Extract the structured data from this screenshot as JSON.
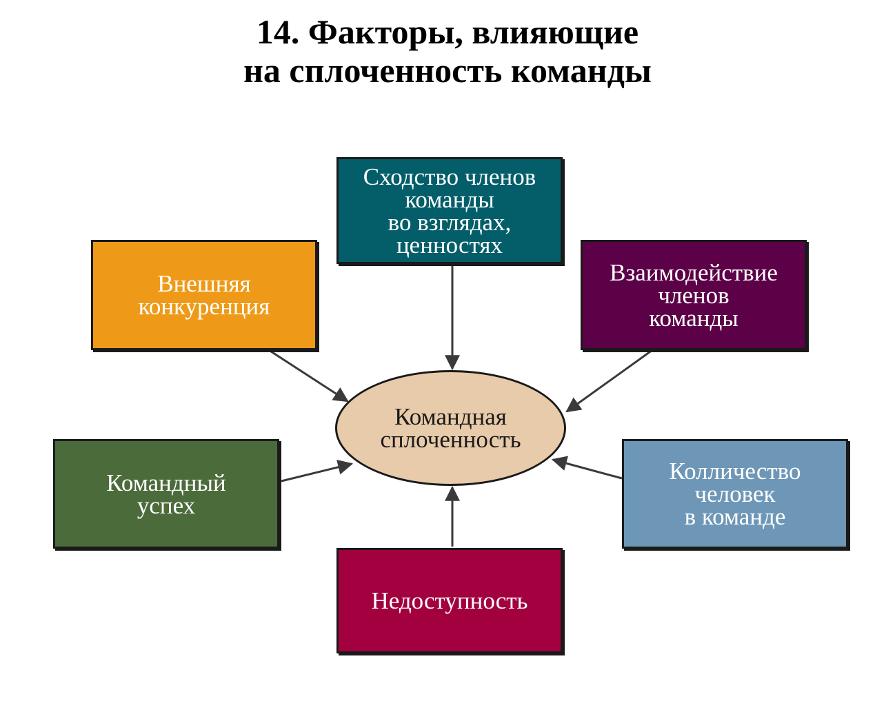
{
  "title": {
    "line1": "14. Факторы, влияющие",
    "line2": "на сплоченность команды"
  },
  "center": {
    "label": "Командная\nсплоченность",
    "color": "#e8cbaa"
  },
  "factors": {
    "similarity": {
      "label": "Сходство членов\nкоманды\nво взглядах,\nценностях",
      "color": "#035e6a"
    },
    "competition": {
      "label": "Внешняя\nконкуренция",
      "color": "#ee9a18"
    },
    "interaction": {
      "label": "Взаимодействие\nчленов\nкоманды",
      "color": "#5c0047"
    },
    "success": {
      "label": "Командный\nуспех",
      "color": "#4b6b3b"
    },
    "size": {
      "label": "Колличество\nчеловек\nв команде",
      "color": "#6e97b7"
    },
    "inaccessibility": {
      "label": "Недоступность",
      "color": "#a2003f"
    }
  }
}
